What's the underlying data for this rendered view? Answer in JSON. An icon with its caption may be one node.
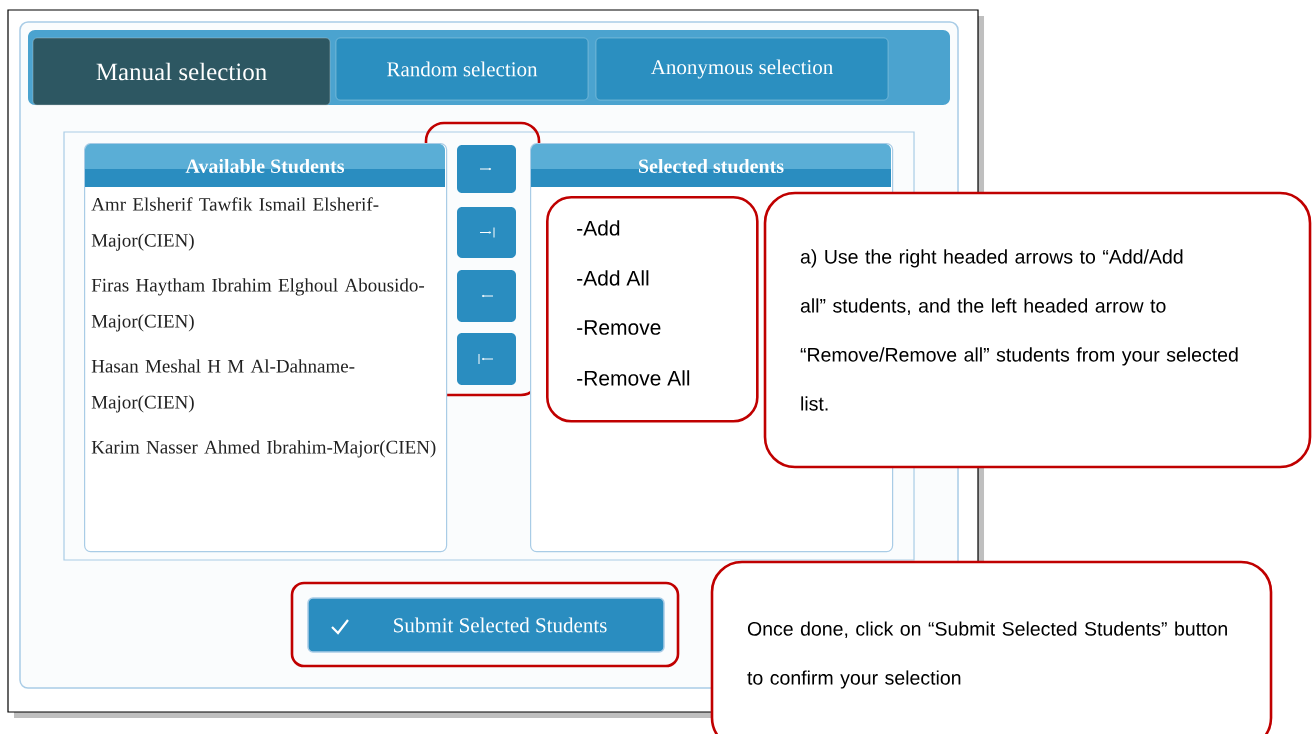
{
  "diagram": {
    "nodes": [
      {
        "text": [
          "Manual selection"
        ]
      },
      {
        "text": [
          "Random selection"
        ]
      },
      {
        "text": [
          "Anonymous selection"
        ]
      },
      {
        "text": [
          "Available Students",
          "Amr Elsherif Tawfik Ismail Elsherif-Major(CIEN)",
          "Firas Haytham Ibrahim Elghoul Abousido-Major(CIEN)",
          "Hasan Meshal H M Al-Dahname-Major(CIEN)",
          "Karim Nasser Ahmed Ibrahim-Major(CIEN)"
        ]
      },
      {
        "text": [
          "Selected students"
        ]
      },
      {
        "text": [
          "-Add",
          "-Add All",
          "-Remove",
          "-Remove All"
        ],
        "in": 4
      },
      {
        "text": [
          "a) Use the right headed arrows to “Add/Add all” students, and the left headed arrow to “Remove/Remove all” students from your selected list."
        ]
      },
      {
        "text": [
          "Submit Selected Students"
        ]
      },
      {
        "text": [
          "Once done, click on “Submit Selected Students” button to confirm your selection"
        ]
      }
    ]
  }
}
